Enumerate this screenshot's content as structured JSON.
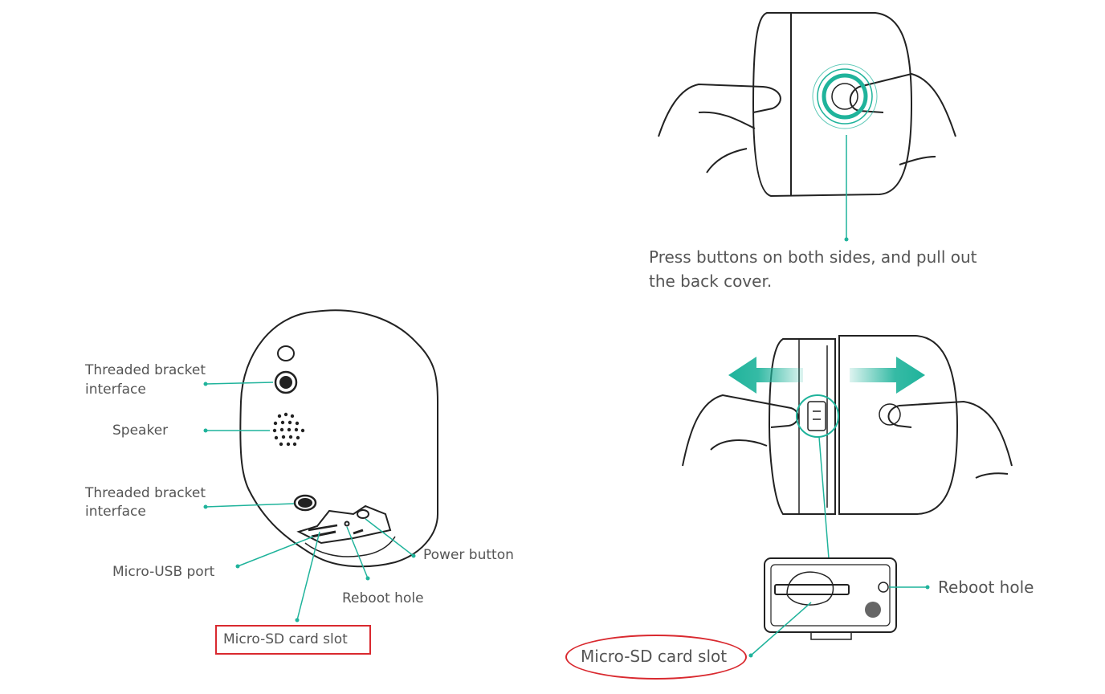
{
  "colors": {
    "accent": "#1fb39b",
    "line": "#222222",
    "text": "#555555",
    "highlight_outline": "#d9292f"
  },
  "left_diagram": {
    "labels": {
      "threaded_bracket_top_line1": "Threaded bracket",
      "threaded_bracket_top_line2": "interface",
      "speaker": "Speaker",
      "threaded_bracket_bottom_line1": "Threaded bracket",
      "threaded_bracket_bottom_line2": "interface",
      "micro_usb": "Micro-USB port",
      "power_button": "Power button",
      "reboot_hole": "Reboot hole",
      "micro_sd": "Micro-SD card slot"
    }
  },
  "right_diagram": {
    "instruction_line1": "Press buttons on both sides, and pull out",
    "instruction_line2": "the back cover.",
    "labels": {
      "reboot_hole": "Reboot hole",
      "micro_sd": "Micro-SD card slot"
    }
  }
}
